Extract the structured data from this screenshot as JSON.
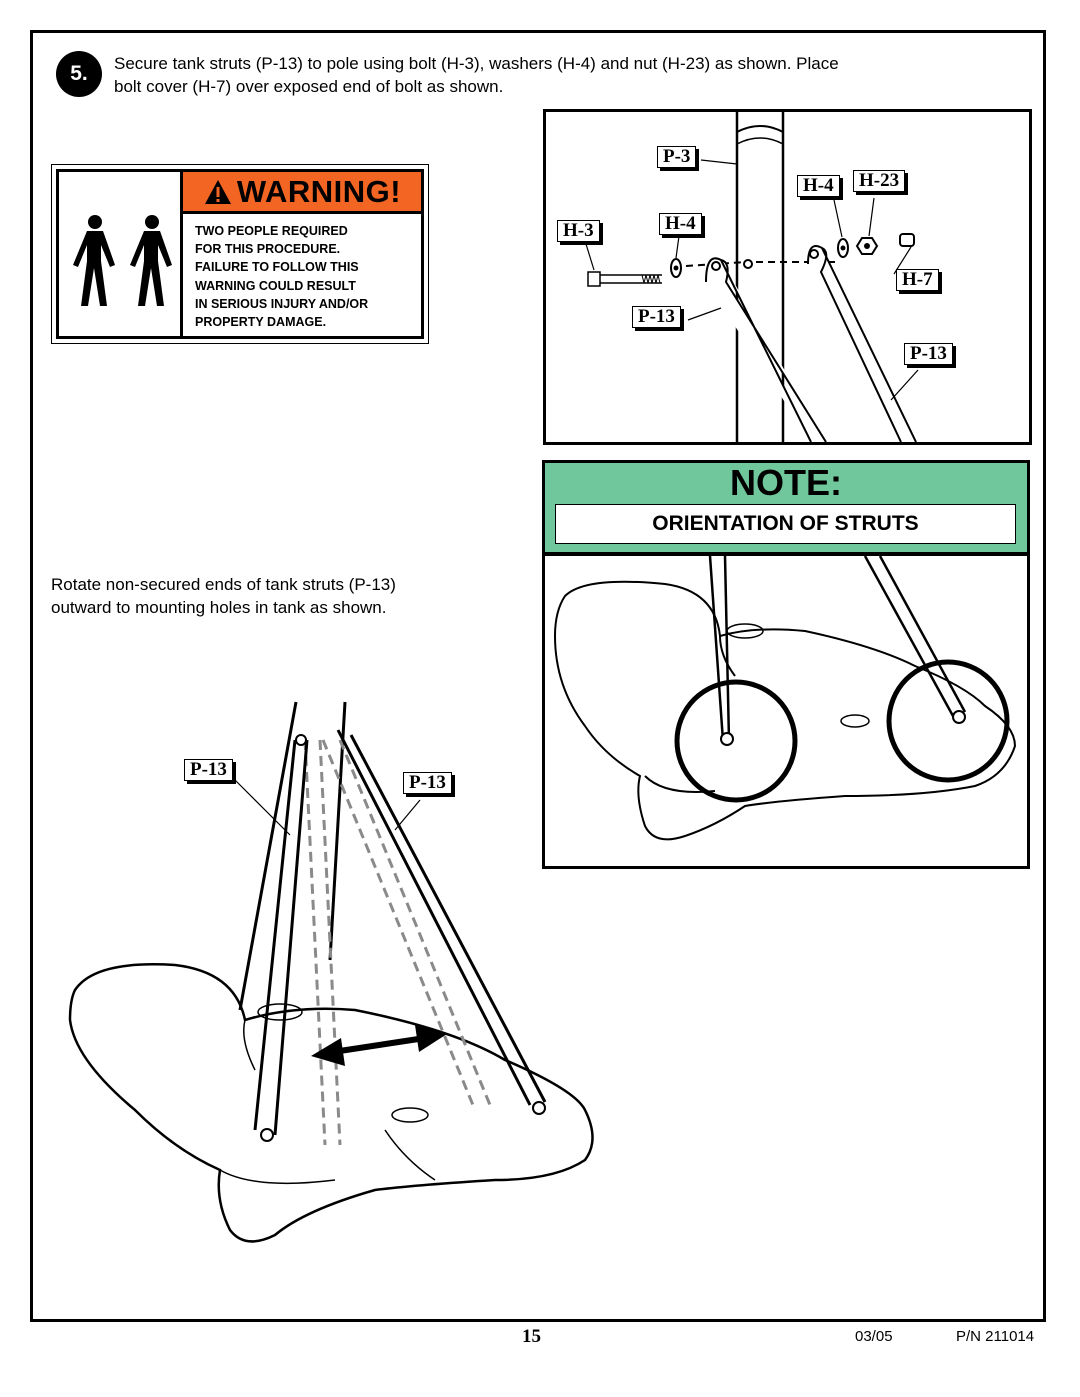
{
  "step": {
    "number": "5.",
    "instruction_line1": "Secure tank struts (P-13) to pole using bolt (H-3), washers (H-4) and nut (H-23) as shown.  Place",
    "instruction_line2": "bolt cover (H-7) over exposed end of bolt as shown."
  },
  "warning": {
    "title": "WARNING!",
    "lines": [
      "TWO PEOPLE REQUIRED",
      "FOR THIS PROCEDURE.",
      "FAILURE TO FOLLOW THIS",
      "WARNING COULD RESULT",
      "IN SERIOUS INJURY AND/OR",
      "PROPERTY DAMAGE."
    ],
    "header_color": "#f26522"
  },
  "detail_labels": {
    "p3": "P-3",
    "h4_left": "H-4",
    "h4_right": "H-4",
    "h23": "H-23",
    "h3": "H-3",
    "h7": "H-7",
    "p13_upper": "P-13",
    "p13_lower": "P-13"
  },
  "note": {
    "title": "NOTE:",
    "subtitle": "ORIENTATION OF STRUTS",
    "color": "#6fc79b"
  },
  "rotate_instruction": {
    "line1": "Rotate non-secured ends of tank struts (P-13)",
    "line2": "outward to mounting holes in tank as shown."
  },
  "main_labels": {
    "p13_left": "P-13",
    "p13_right": "P-13"
  },
  "footer": {
    "page_number": "15",
    "date": "03/05",
    "part_number": "P/N 211014"
  }
}
